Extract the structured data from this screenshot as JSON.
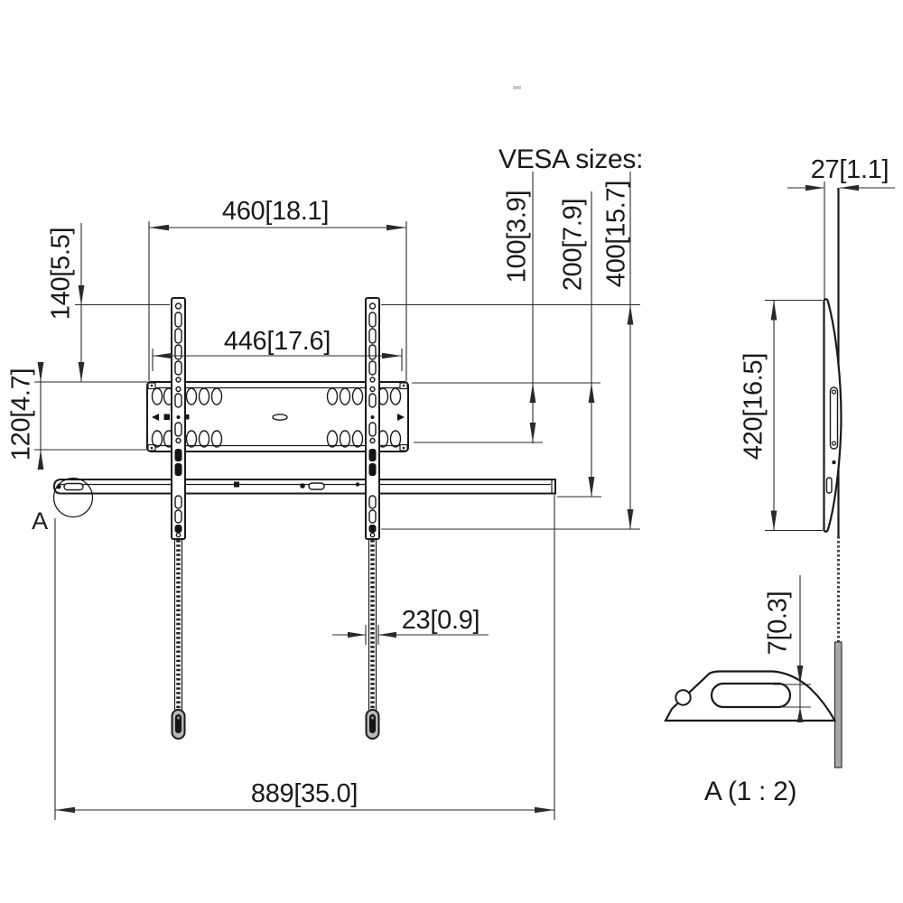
{
  "page": {
    "background": "#ffffff",
    "line_color": "#1a1a1a",
    "handle_gray": "#b7b7b7",
    "wall_gray": "#a8a8a8"
  },
  "heading": {
    "vesa": "VESA sizes:"
  },
  "dims": {
    "d460": "460[18.1]",
    "d446": "446[17.6]",
    "d140": "140[5.5]",
    "d120": "120[4.7]",
    "d100": "100[3.9]",
    "d200": "200[7.9]",
    "d400": "400[15.7]",
    "d27": "27[1.1]",
    "d420": "420[16.5]",
    "d23": "23[0.9]",
    "d889": "889[35.0]",
    "d7": "7[0.3]"
  },
  "detail": {
    "callout": "A",
    "view_title": "A (1 : 2)"
  }
}
